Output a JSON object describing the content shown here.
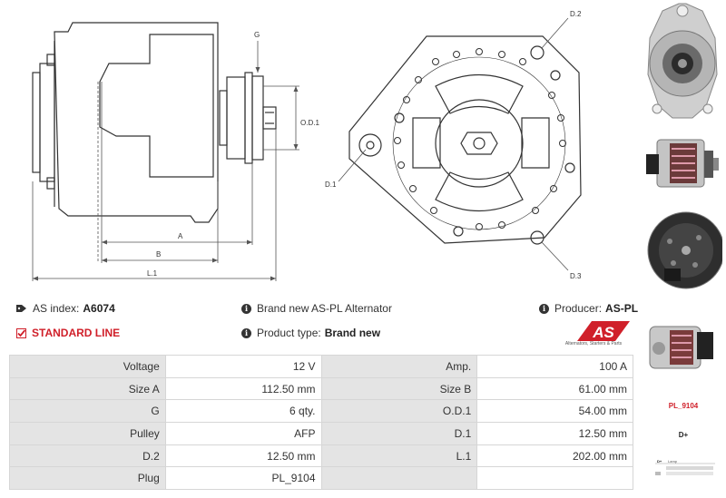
{
  "drawing": {
    "labels": {
      "g": "G",
      "od1": "O.D.1",
      "a": "A",
      "b": "B",
      "l1": "L.1",
      "d1": "D.1",
      "d2": "D.2",
      "d3": "D.3"
    }
  },
  "info": {
    "as_index_label": "AS index:",
    "as_index_value": "A6074",
    "description": "Brand new AS-PL Alternator",
    "producer_label": "Producer:",
    "producer_value": "AS-PL",
    "line": "STANDARD LINE",
    "type_label": "Product type:",
    "type_value": "Brand new"
  },
  "logo": {
    "mark": "AS",
    "subtitle": "Alternators, Starters & Parts"
  },
  "specs": [
    [
      {
        "label": "Voltage",
        "value": "12 V"
      },
      {
        "label": "Amp.",
        "value": "100 A"
      }
    ],
    [
      {
        "label": "Size A",
        "value": "112.50 mm"
      },
      {
        "label": "Size B",
        "value": "61.00 mm"
      }
    ],
    [
      {
        "label": "G",
        "value": "6 qty."
      },
      {
        "label": "O.D.1",
        "value": "54.00 mm"
      }
    ],
    [
      {
        "label": "Pulley",
        "value": "AFP"
      },
      {
        "label": "D.1",
        "value": "12.50 mm"
      }
    ],
    [
      {
        "label": "D.2",
        "value": "12.50 mm"
      },
      {
        "label": "L.1",
        "value": "202.00 mm"
      }
    ],
    [
      {
        "label": "Plug",
        "value": "PL_9104"
      },
      {
        "label": "",
        "value": ""
      }
    ]
  ],
  "sidebar": {
    "plug_code": "PL_9104",
    "terminal": "D+",
    "plug_terminal": "D+",
    "plug_lamp": "Lamp"
  },
  "colors": {
    "accent_red": "#d0202a",
    "label_cell": "#e4e4e4",
    "line_dark": "#333333"
  }
}
